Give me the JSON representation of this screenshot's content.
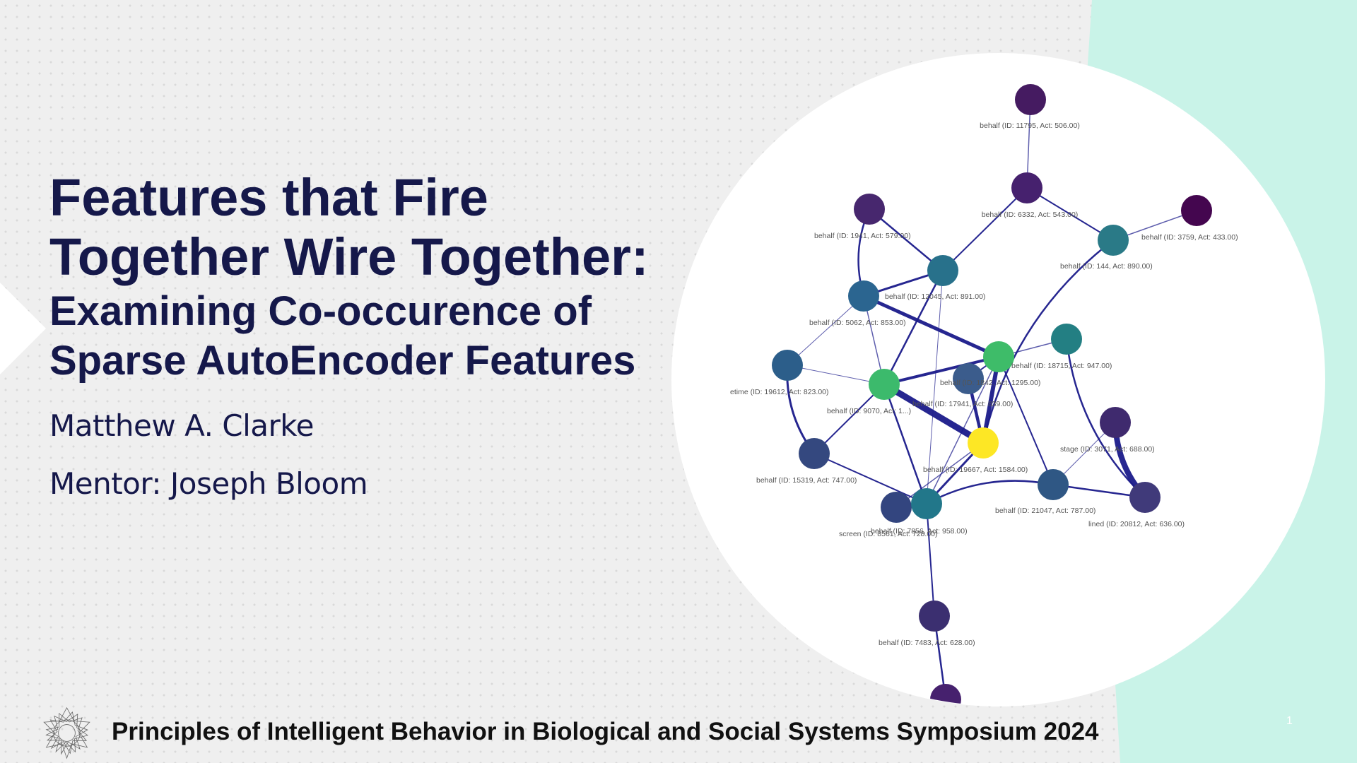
{
  "slide": {
    "title_line1": "Features that Fire",
    "title_line2": "Together Wire Together:",
    "subtitle_line1": "Examining Co-occurence of",
    "subtitle_line2": "Sparse AutoEncoder Features",
    "author": "Matthew A. Clarke",
    "mentor": "Mentor: Joseph Bloom",
    "footer": "Principles of Intelligent Behavior in Biological and Social Systems Symposium 2024",
    "page_number": "1"
  },
  "colors": {
    "title": "#15184a",
    "mint_panel": "#c9f3e8",
    "edge": "#1a1a8a",
    "node_highlight": "#fde725"
  },
  "graph": {
    "nodes": [
      {
        "id": "n11795",
        "label": "behalf (ID: 11795, Act: 506.00)",
        "color": "#451b61"
      },
      {
        "id": "n6332",
        "label": "behalf (ID: 6332, Act: 543.00)",
        "color": "#46216e"
      },
      {
        "id": "n1941",
        "label": "behalf (ID: 1941, Act: 579.00)",
        "color": "#47276e"
      },
      {
        "id": "n3759",
        "label": "behalf (ID: 3759, Act: 433.00)",
        "color": "#44064f"
      },
      {
        "id": "n144",
        "label": "behalf (ID: 144, Act: 890.00)",
        "color": "#2a7a87"
      },
      {
        "id": "n12045",
        "label": "behalf (ID: 12045, Act: 891.00)",
        "color": "#28718b"
      },
      {
        "id": "n5062",
        "label": "behalf (ID: 5062, Act: 853.00)",
        "color": "#2b6590"
      },
      {
        "id": "n18715",
        "label": "behalf (ID: 18715, Act: 947.00)",
        "color": "#237f83"
      },
      {
        "id": "n19612",
        "label": "etime (ID: 19612, Act: 823.00)",
        "color": "#2c5e8a"
      },
      {
        "id": "nA",
        "label": "",
        "color": "#3ebc69"
      },
      {
        "id": "n1842",
        "label": "behalf (ID: 1842, Act: 1295.00)",
        "color": "#3b5c8c"
      },
      {
        "id": "n9070",
        "label": "behalf (ID: 9070, Act: 1...)",
        "color": "#3cba6c"
      },
      {
        "id": "n17941",
        "label": "behalf (ID: 17941, Act: 839.00)",
        "color": "#2a6b8e"
      },
      {
        "id": "n3071",
        "label": "stage (ID: 3071, Act: 688.00)",
        "color": "#3f2a6e"
      },
      {
        "id": "n19667",
        "label": "behalf (ID: 19667, Act: 1584.00)",
        "color": "#fde725"
      },
      {
        "id": "n15319",
        "label": "behalf (ID: 15319, Act: 747.00)",
        "color": "#34487f"
      },
      {
        "id": "n21047",
        "label": "behalf (ID: 21047, Act: 787.00)",
        "color": "#2f5784"
      },
      {
        "id": "n20812",
        "label": "lined (ID: 20812, Act: 636.00)",
        "color": "#403a7a"
      },
      {
        "id": "n8561",
        "label": "screen (ID: 8561, Act: 728.00)",
        "color": "#33457f"
      },
      {
        "id": "n7856",
        "label": "behalf (ID: 7856, Act: 958.00)",
        "color": "#22778a"
      },
      {
        "id": "n7483",
        "label": "behalf (ID: 7483, Act: 628.00)",
        "color": "#3b2f70"
      },
      {
        "id": "nBottom",
        "label": "",
        "color": "#46216e"
      }
    ],
    "edges": [
      {
        "from": "n11795",
        "to": "n6332",
        "weight": 1.5
      },
      {
        "from": "n6332",
        "to": "n144",
        "weight": 2
      },
      {
        "from": "n6332",
        "to": "n12045",
        "weight": 2
      },
      {
        "from": "n3759",
        "to": "n144",
        "weight": 1.5
      },
      {
        "from": "n144",
        "to": "n19667",
        "weight": 2.5
      },
      {
        "from": "n1941",
        "to": "n5062",
        "weight": 2.5
      },
      {
        "from": "n1941",
        "to": "n12045",
        "weight": 2.5
      },
      {
        "from": "n12045",
        "to": "n5062",
        "weight": 3
      },
      {
        "from": "n12045",
        "to": "n9070",
        "weight": 2.5
      },
      {
        "from": "n12045",
        "to": "n7856",
        "weight": 1
      },
      {
        "from": "n5062",
        "to": "nA",
        "weight": 5
      },
      {
        "from": "n5062",
        "to": "n19612",
        "weight": 1
      },
      {
        "from": "n5062",
        "to": "n9070",
        "weight": 1.5
      },
      {
        "from": "n19612",
        "to": "n15319",
        "weight": 3
      },
      {
        "from": "n19612",
        "to": "n9070",
        "weight": 1
      },
      {
        "from": "n9070",
        "to": "nA",
        "weight": 4
      },
      {
        "from": "n9070",
        "to": "n19667",
        "weight": 9
      },
      {
        "from": "n9070",
        "to": "n15319",
        "weight": 2
      },
      {
        "from": "n9070",
        "to": "n7856",
        "weight": 2.5
      },
      {
        "from": "nA",
        "to": "n18715",
        "weight": 1.5
      },
      {
        "from": "nA",
        "to": "n19667",
        "weight": 6
      },
      {
        "from": "nA",
        "to": "n1842",
        "weight": 2
      },
      {
        "from": "nA",
        "to": "n21047",
        "weight": 2
      },
      {
        "from": "nA",
        "to": "n7856",
        "weight": 1.5
      },
      {
        "from": "n1842",
        "to": "n19667",
        "weight": 4.5
      },
      {
        "from": "n18715",
        "to": "n20812",
        "weight": 2.5
      },
      {
        "from": "n3071",
        "to": "n20812",
        "weight": 8
      },
      {
        "from": "n3071",
        "to": "n21047",
        "weight": 1
      },
      {
        "from": "n19667",
        "to": "n7856",
        "weight": 3
      },
      {
        "from": "n19667",
        "to": "n8561",
        "weight": 1.5
      },
      {
        "from": "n21047",
        "to": "n7856",
        "weight": 2.5
      },
      {
        "from": "n21047",
        "to": "n20812",
        "weight": 2.5
      },
      {
        "from": "n15319",
        "to": "n7856",
        "weight": 2
      },
      {
        "from": "n8561",
        "to": "n7856",
        "weight": 2
      },
      {
        "from": "n7856",
        "to": "n7483",
        "weight": 2
      },
      {
        "from": "n7483",
        "to": "nBottom",
        "weight": 2.5
      }
    ]
  }
}
